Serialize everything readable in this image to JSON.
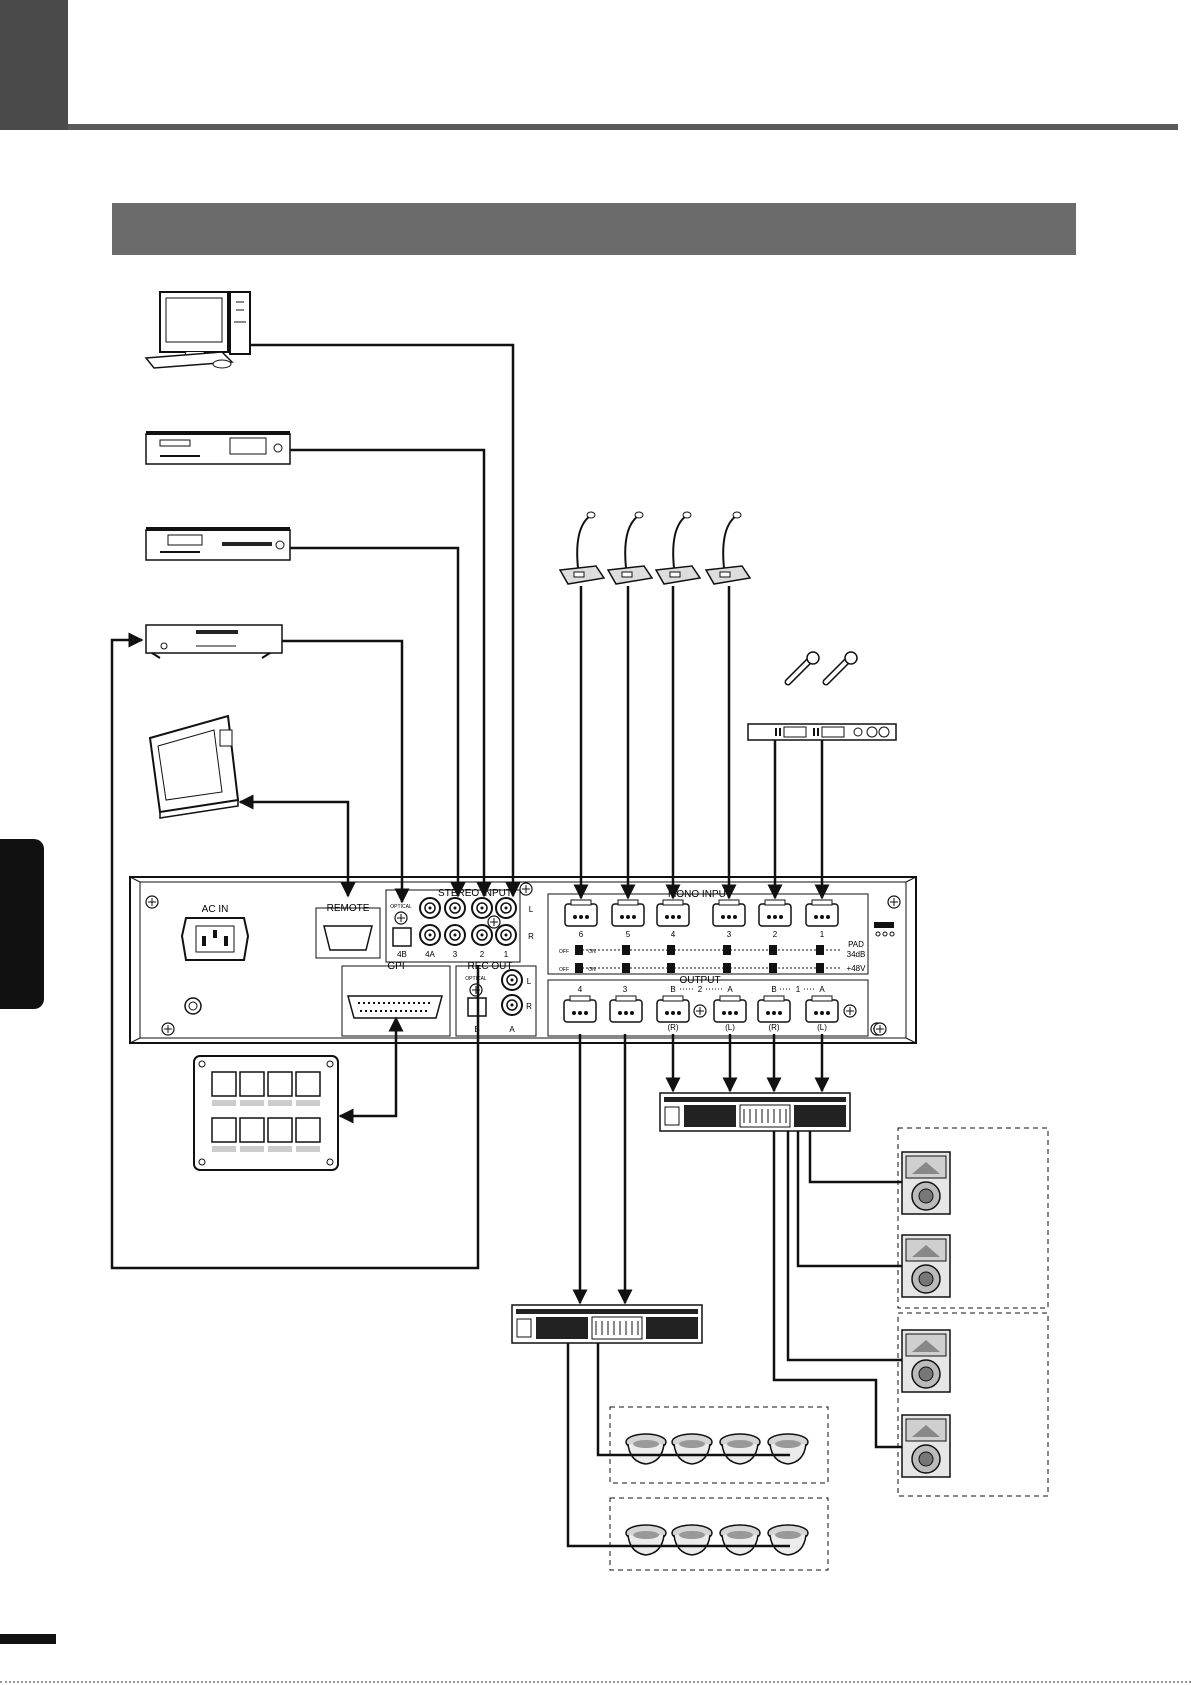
{
  "panel": {
    "ac_in": "AC IN",
    "remote": "REMOTE",
    "gpi": "GPI",
    "stereo_input": "STEREO  INPUT",
    "optical": "OPTICAL",
    "stereo_ports": [
      "4B",
      "4A",
      "3",
      "2",
      "1"
    ],
    "lr": [
      "L",
      "R"
    ],
    "rec_out": "REC OUT",
    "rec_ports": [
      "B",
      "A"
    ],
    "mono_input": "MONO INPUT",
    "mono_channels": [
      "6",
      "5",
      "4",
      "3",
      "2",
      "1"
    ],
    "switch_off": "OFF",
    "switch_on": "ON",
    "pad": "PAD",
    "pad_value": "34dB",
    "phantom": "+48V",
    "output": "OUTPUT",
    "output_numbers": [
      "4",
      "3",
      "B",
      "2",
      "A",
      "B",
      "1",
      "A"
    ],
    "output_sides": [
      "(R)",
      "(L)",
      "(R)",
      "(L)"
    ]
  },
  "colors": {
    "line": "#111111",
    "header": "#4a4a4a",
    "bar": "#6b6b6b",
    "tab": "#111111"
  },
  "icons": [
    "computer-icon",
    "cassette-deck-icon",
    "cd-player-icon",
    "dvd-player-icon",
    "touch-panel-icon",
    "gooseneck-mic-icon",
    "handheld-mic-icon",
    "wireless-receiver-icon",
    "switch-panel-icon",
    "power-amp-icon",
    "speaker-icon",
    "ceiling-speaker-icon"
  ]
}
